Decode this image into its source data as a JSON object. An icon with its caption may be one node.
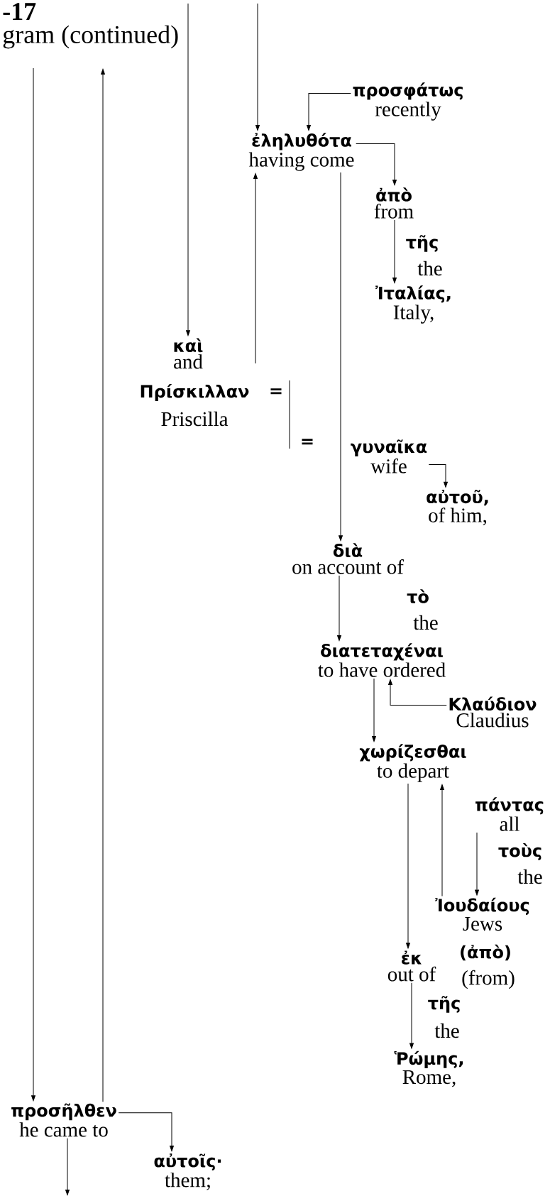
{
  "diagram": {
    "nodes": [
      {
        "text": [
          "προσφάτως",
          "recently"
        ]
      },
      {
        "text": [
          "ἐληλυθότα",
          "having come"
        ]
      },
      {
        "text": [
          "ἀπὸ",
          "from"
        ]
      },
      {
        "text": [
          "Ἰταλίας,",
          "Italy,"
        ]
      },
      {
        "text": [
          "καὶ",
          "and"
        ]
      },
      {
        "text": [
          "γυναῖκα",
          "wife"
        ]
      },
      {
        "text": [
          "αὐτοῦ,",
          "of him,"
        ]
      },
      {
        "text": [
          "διὰ",
          "on account of"
        ]
      },
      {
        "text": [
          "διατεταχέναι",
          "to have ordered"
        ]
      },
      {
        "text": [
          "Κλαύδιον",
          "Claudius"
        ]
      },
      {
        "text": [
          "χωρίζεσθαι",
          "to depart"
        ]
      },
      {
        "text": [
          "πάντας",
          "all"
        ]
      },
      {
        "text": [
          "Ἰουδαίους",
          "Jews"
        ]
      },
      {
        "text": [
          "ἐκ",
          "out of"
        ]
      },
      {
        "text": [
          "Ῥώμης,",
          "Rome,"
        ]
      },
      {
        "text": [
          "προσῆλθεν",
          "he came to"
        ]
      },
      {
        "text": [
          "αὐτοῖς·",
          "them;"
        ]
      }
    ],
    "edges": [
      {
        "from": null,
        "to": 1,
        "arrow": "to"
      },
      {
        "from": 0,
        "to": 1,
        "arrow": "to"
      },
      {
        "from": 1,
        "to": 2,
        "arrow": "to"
      },
      {
        "from": 2,
        "to": 3,
        "arrow": "to"
      },
      {
        "from": null,
        "to": 4,
        "arrow": "to"
      },
      {
        "from": null,
        "to": 1,
        "arrow": "to"
      },
      {
        "from": 1,
        "to": 7,
        "arrow": "to"
      },
      {
        "from": 5,
        "to": 6,
        "arrow": "to"
      },
      {
        "from": 7,
        "to": 8,
        "arrow": "to"
      },
      {
        "from": 9,
        "to": 8,
        "arrow": "to"
      },
      {
        "from": 8,
        "to": 10,
        "arrow": "to"
      },
      {
        "from": 10,
        "to": 13,
        "arrow": "to"
      },
      {
        "from": 12,
        "to": 10,
        "arrow": "to"
      },
      {
        "from": 11,
        "to": 12,
        "arrow": "to"
      },
      {
        "from": 13,
        "to": 14,
        "arrow": "to"
      },
      {
        "from": null,
        "to": 15,
        "arrow": "to"
      },
      {
        "from": 15,
        "to": null,
        "arrow": "to"
      },
      {
        "from": 15,
        "to": 16,
        "arrow": "to"
      },
      {
        "from": 15,
        "to": null,
        "arrow": "to"
      }
    ],
    "labels": [
      "-17",
      "gram (continued)",
      "τῆς",
      "the",
      "Πρίσκιλλαν",
      "=",
      "Priscilla",
      "=",
      "τὸ",
      "the",
      "τοὺς",
      "the",
      "(ἀπὸ)",
      "(from)",
      "τῆς",
      "the"
    ]
  }
}
